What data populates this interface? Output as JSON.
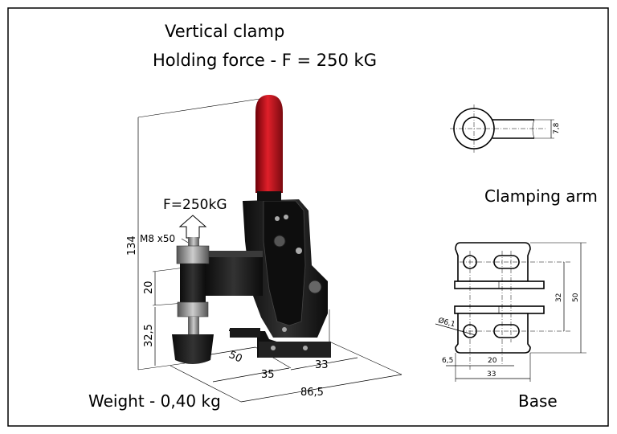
{
  "title": "Vertical clamp",
  "subtitle": "Holding force - F = 250 kG",
  "weight": "Weight - 0,40 kg",
  "views": {
    "clamping_arm": "Clamping arm",
    "base": "Base"
  },
  "annotations": {
    "force": "F=250kG",
    "screw": "M8 x50"
  },
  "dimensions": {
    "height": "134",
    "sleeve": "20",
    "foot": "32,5",
    "d50": "50",
    "d35": "35",
    "d33": "33",
    "d86": "86,5",
    "arm_width": "7,8",
    "base_32": "32",
    "base_50": "50",
    "hole": "Ø6,1",
    "base_6_5": "6,5",
    "base_20": "20",
    "base_33": "33"
  },
  "colors": {
    "handle": "#c8141e",
    "body": "#1a1a1a"
  }
}
